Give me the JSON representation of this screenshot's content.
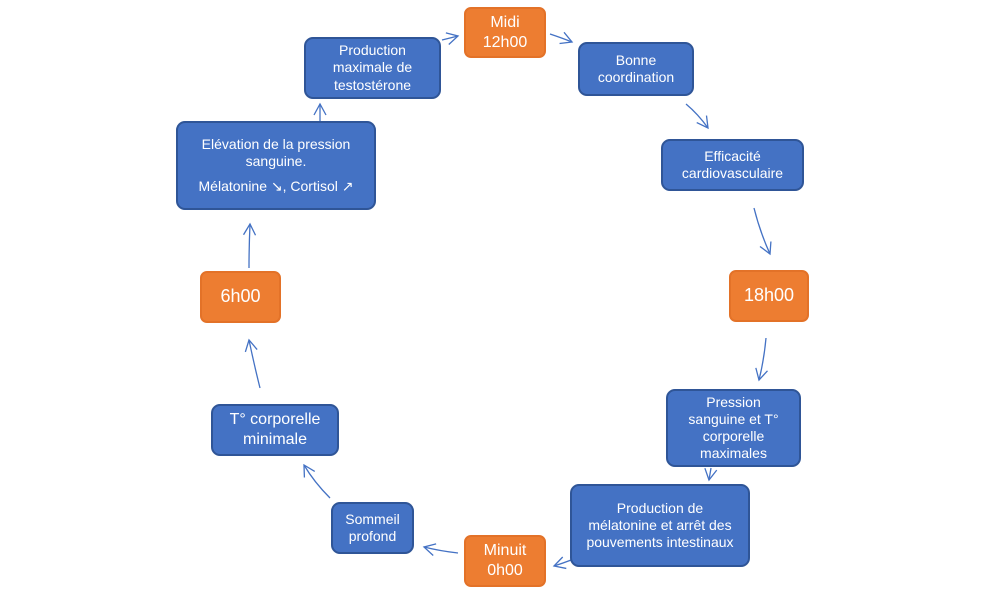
{
  "nodes": {
    "midi": {
      "line1": "Midi",
      "line2": "12h00"
    },
    "production_testosterone": {
      "lines": [
        "Production",
        "maximale de",
        "testostérone"
      ]
    },
    "bonne_coordination": {
      "lines": [
        "Bonne",
        "coordination"
      ]
    },
    "efficacite_cardio": {
      "lines": [
        "Efficacité",
        "cardiovasculaire"
      ]
    },
    "h18": {
      "label": "18h00"
    },
    "pression_maximale": {
      "lines": [
        "Pression",
        "sanguine et T°",
        "corporelle",
        "maximales"
      ]
    },
    "production_melatonine": {
      "lines": [
        "Production de",
        "mélatonine et arrêt des",
        "pouvements intestinaux"
      ]
    },
    "minuit": {
      "line1": "Minuit",
      "line2": "0h00"
    },
    "sommeil_profond": {
      "lines": [
        "Sommeil",
        "profond"
      ]
    },
    "temperature_minimale": {
      "lines": [
        "T° corporelle",
        "minimale"
      ]
    },
    "h6": {
      "label": "6h00"
    },
    "elevation_pression": {
      "lines": [
        "Elévation de la pression",
        "sanguine.",
        "Mélatonine ↘, Cortisol ↗"
      ]
    }
  },
  "colors": {
    "blue_fill": "#4472c4",
    "orange_fill": "#ed7d31",
    "arrow": "#4472c4"
  }
}
